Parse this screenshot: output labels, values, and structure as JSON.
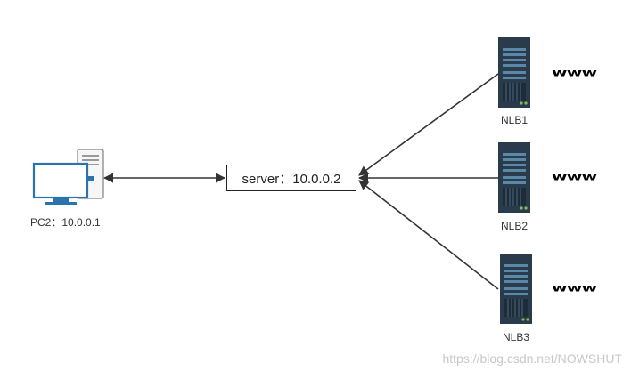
{
  "pc": {
    "label": "PC2：10.0.0.1"
  },
  "server": {
    "label": "server：10.0.0.2"
  },
  "nodes": [
    {
      "label": "NLB1",
      "icon": "www"
    },
    {
      "label": "NLB2",
      "icon": "www"
    },
    {
      "label": "NLB3",
      "icon": "www"
    }
  ],
  "watermark": "https://blog.csdn.net/NOWSHUT",
  "colors": {
    "server_dark": "#2a3b4c",
    "server_panel": "#5a88a8",
    "pc_blue": "#2a73ad",
    "line": "#333333"
  }
}
